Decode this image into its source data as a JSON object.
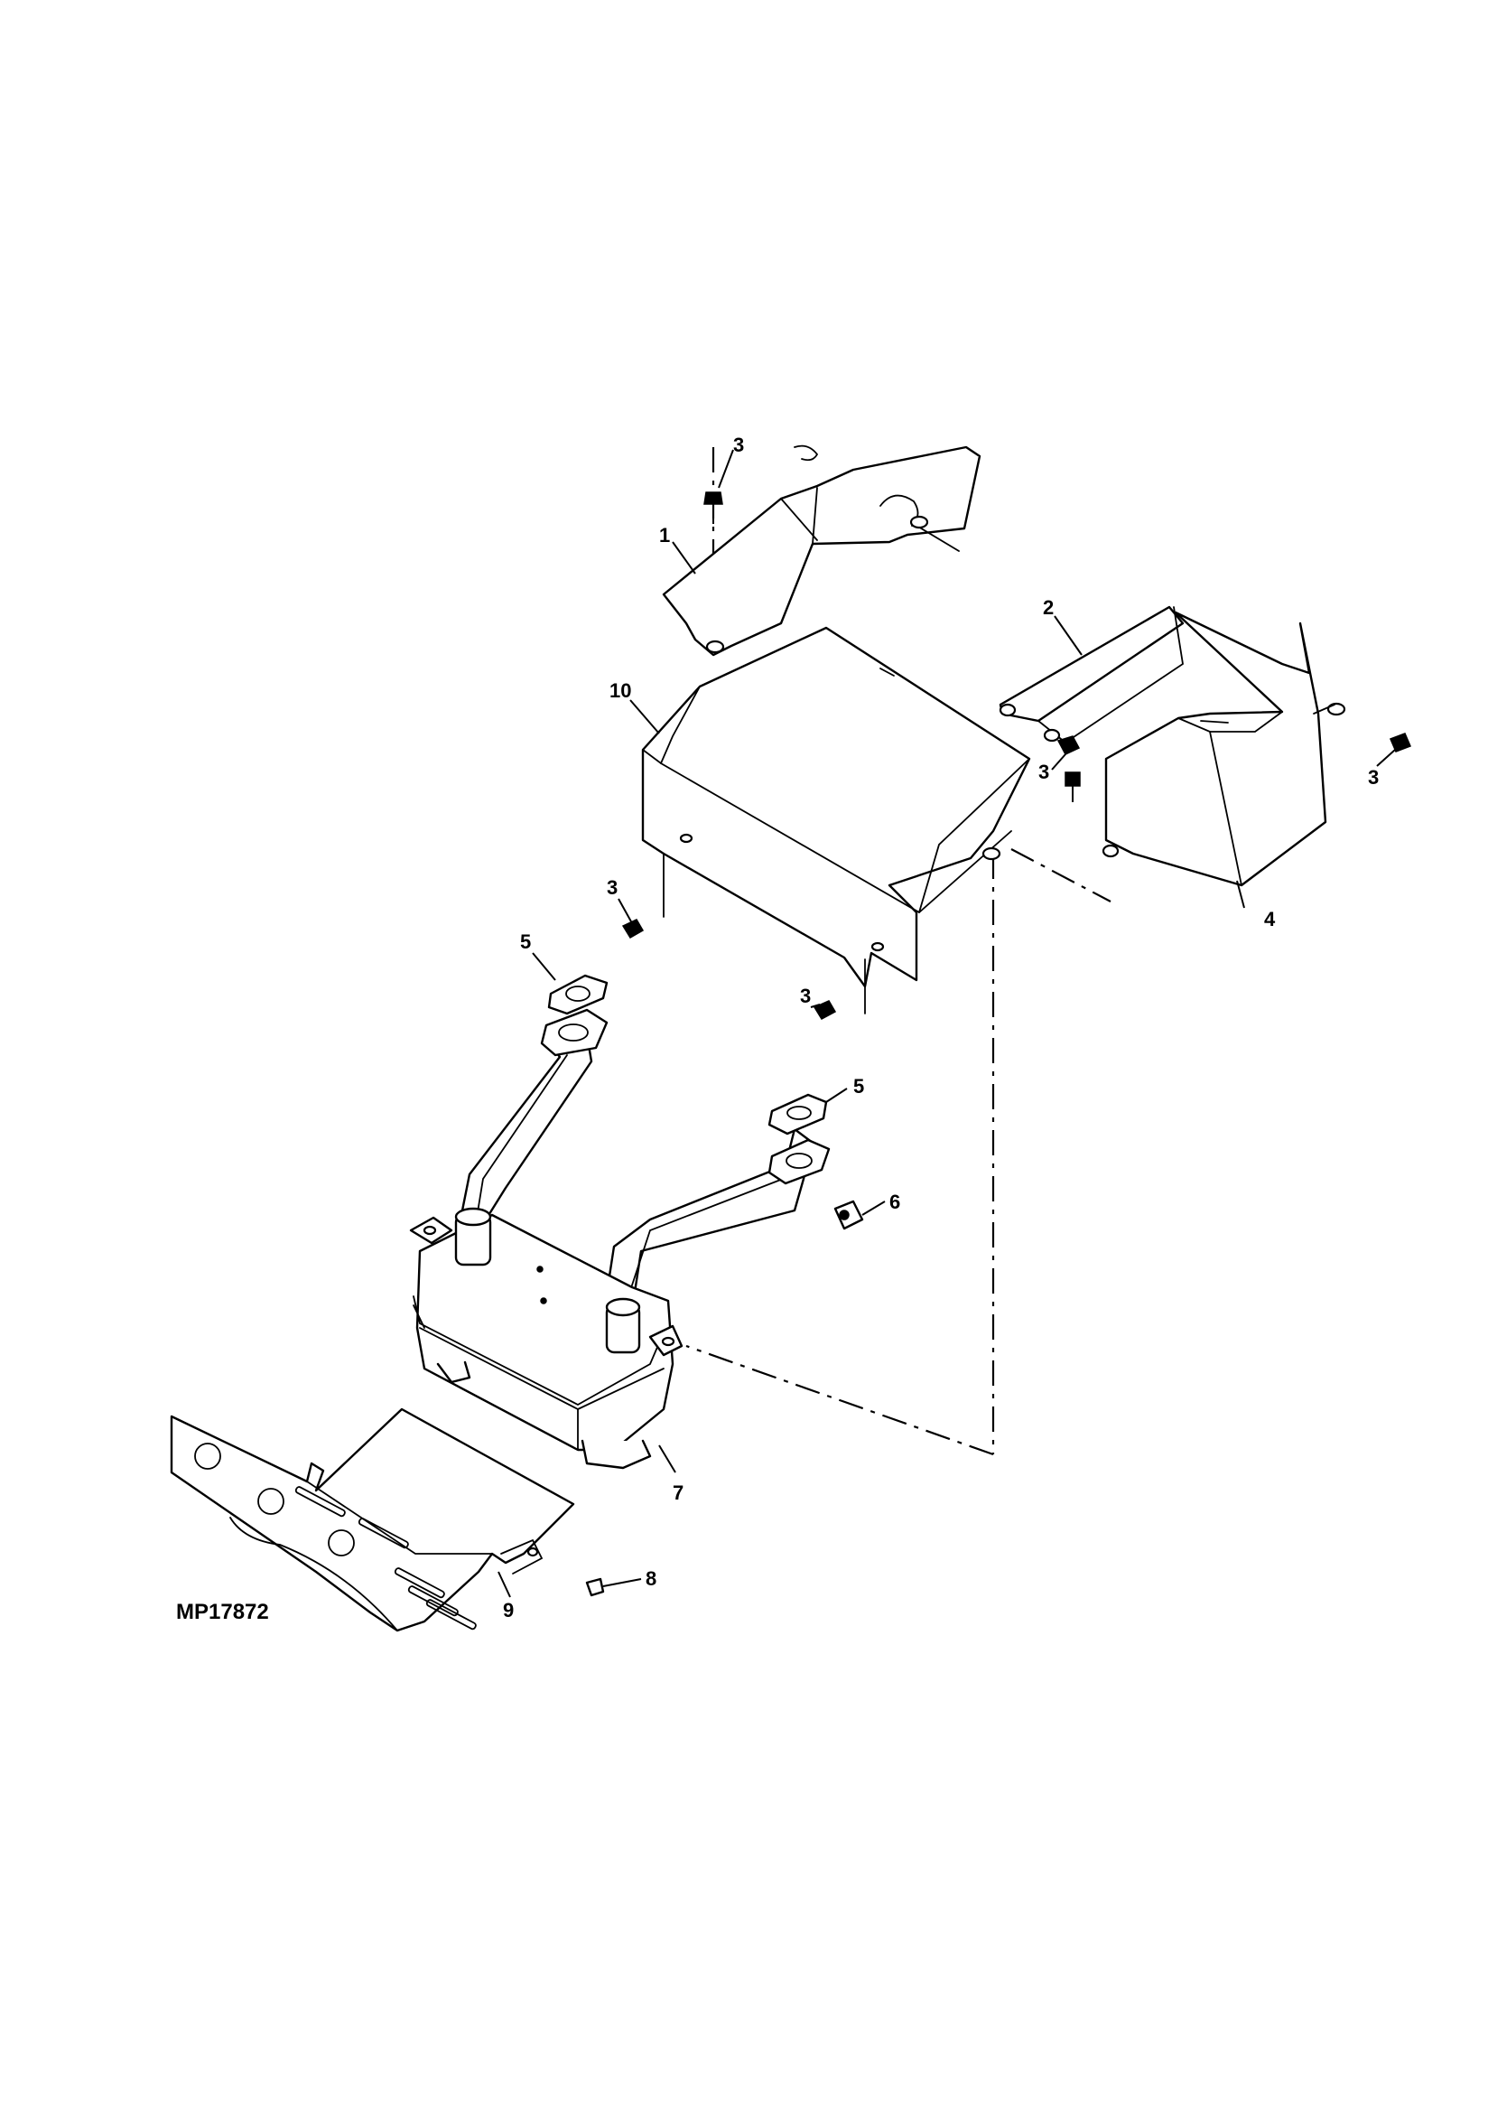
{
  "figure_id": "MP17872",
  "callouts": {
    "c1": "1",
    "c2": "2",
    "c3a": "3",
    "c3b": "3",
    "c3c": "3",
    "c3d": "3",
    "c3e": "3",
    "c4": "4",
    "c5a": "5",
    "c5b": "5",
    "c6": "6",
    "c7": "7",
    "c8": "8",
    "c9": "9",
    "c10": "10"
  }
}
